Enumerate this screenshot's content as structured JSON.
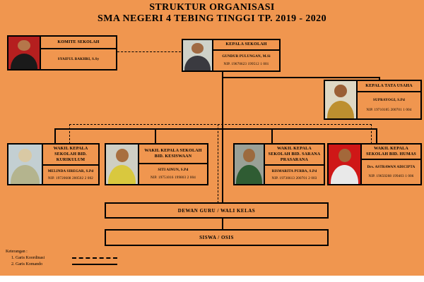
{
  "title": {
    "line1": "STRUKTUR ORGANISASI",
    "line2": "SMA NEGERI 4 TEBING TINGGI TP. 2019 - 2020"
  },
  "nodes": {
    "komite": {
      "title": "KOMITE SEKOLAH",
      "name": "SYAIFUL BAKHRI, S.Sy"
    },
    "kepala_sekolah": {
      "title": "KEPALA SEKOLAH",
      "name": "GUNDUR PULUNGAN, M.Si",
      "nip": "NIP. 19670623 199512 1 001"
    },
    "kepala_tata_usaha": {
      "title": "KEPALA TATA USAHA",
      "name": "SUPRAYOGI, S.Pd",
      "nip": "NIP. 19710105 200701 1 004"
    },
    "wakil_kurikulum": {
      "title": "WAKIL KEPALA SEKOLAH BID. KURIKULUM",
      "name": "MELINDA SIREGAR, S.Pd",
      "nip": "NIP. 19720608 200502 2 002"
    },
    "wakil_kesiswaan": {
      "title": "WAKIL KEPALA SEKOLAH BID. KESISWAAN",
      "name": "SITI AINUN, S.Pd",
      "nip": "NIP. 19751016 199803 2 004"
    },
    "wakil_sarana": {
      "title": "WAKIL KEPALA SEKOLAH BID. SARANA PRASARANA",
      "name": "RISMARITA PURBA, S.Pd",
      "nip": "NIP. 19730613 200701 2 003"
    },
    "wakil_humas": {
      "title": "WAKIL KEPALA SEKOLAH BID. HUMAS",
      "name": "Drs. ASTRAWAN ADICIPTA",
      "nip": "NIP. 19650208 199403 1 006"
    }
  },
  "bottom": {
    "dewan_guru": "DEWAN GURU  /  WALI KELAS",
    "siswa": "SISWA  /  OSIS"
  },
  "legend": {
    "heading": "Keterangan :",
    "items": [
      {
        "label": "1. Garis Koordinasi",
        "style": "dashed"
      },
      {
        "label": "2. Garis Komando",
        "style": "solid"
      }
    ]
  },
  "colors": {
    "background": "#f0964f",
    "line": "#000000",
    "text": "#000000",
    "photo_backgrounds": {
      "komite": "#b51f1f",
      "kepala_sekolah": "#cfd2c9",
      "kepala_tata_usaha": "#ded8c4",
      "wakil_kurikulum": "#c3cfd2",
      "wakil_kesiswaan": "#cfcfc4",
      "wakil_sarana": "#9aa096",
      "wakil_humas": "#cf1717"
    }
  }
}
